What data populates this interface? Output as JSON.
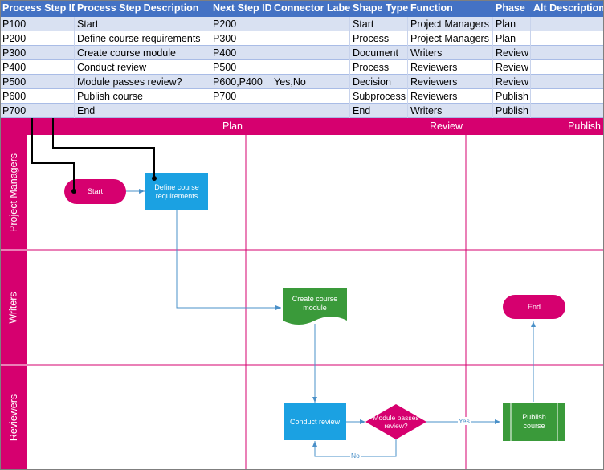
{
  "table": {
    "columns": [
      "Process Step ID",
      "Process Step Description",
      "Next Step ID",
      "Connector Label",
      "Shape Type",
      "Function",
      "Phase",
      "Alt Description"
    ],
    "rows": [
      [
        "P100",
        "Start",
        "P200",
        "",
        "Start",
        "Project Managers",
        "Plan",
        ""
      ],
      [
        "P200",
        "Define course requirements",
        "P300",
        "",
        "Process",
        "Project Managers",
        "Plan",
        ""
      ],
      [
        "P300",
        "Create course module",
        "P400",
        "",
        "Document",
        "Writers",
        "Review",
        ""
      ],
      [
        "P400",
        "Conduct review",
        "P500",
        "",
        "Process",
        "Reviewers",
        "Review",
        ""
      ],
      [
        "P500",
        "Module passes review?",
        "P600,P400",
        "Yes,No",
        "Decision",
        "Reviewers",
        "Review",
        ""
      ],
      [
        "P600",
        "Publish course",
        "P700",
        "",
        "Subprocess",
        "Reviewers",
        "Publish",
        ""
      ],
      [
        "P700",
        "End",
        "",
        "",
        "End",
        "Writers",
        "Publish",
        ""
      ]
    ]
  },
  "diagram": {
    "phases": [
      "Plan",
      "Review",
      "Publish"
    ],
    "lanes": [
      "Project Managers",
      "Writers",
      "Reviewers"
    ],
    "shapes": {
      "start": "Start",
      "define": "Define course requirements",
      "create": "Create course module",
      "conduct": "Conduct review",
      "decision": "Module passes review?",
      "publish": "Publish course",
      "end": "End"
    },
    "connectors": {
      "yes": "Yes",
      "no": "No"
    },
    "colors": {
      "header": "#4472c4",
      "lane": "#d6006f",
      "process": "#1ba1e2",
      "document": "#3a9a3a",
      "terminator": "#d6006f",
      "connector": "#4a90c8"
    }
  }
}
